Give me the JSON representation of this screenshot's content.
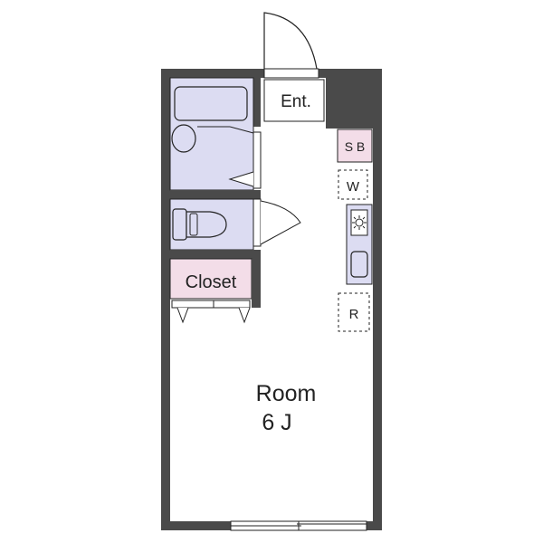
{
  "labels": {
    "entrance": "Ent.",
    "shoe_box": "S B",
    "washer": "W",
    "refrigerator": "R",
    "closet": "Closet",
    "room": "Room",
    "room_size": "6 J"
  },
  "colors": {
    "wall": "#4a4a4a",
    "bath_fill": "#dcdcf2",
    "closet_fill": "#f3dde8",
    "shoe_box_fill": "#f3dde8",
    "kitchen_fill": "#dcdcf2",
    "floor": "#ffffff",
    "line": "#222222"
  },
  "icons": {
    "stove": "stove-burner-icon",
    "sink": "kitchen-sink-icon",
    "tub": "bathtub-icon",
    "basin": "wash-basin-icon",
    "toilet": "toilet-icon"
  }
}
